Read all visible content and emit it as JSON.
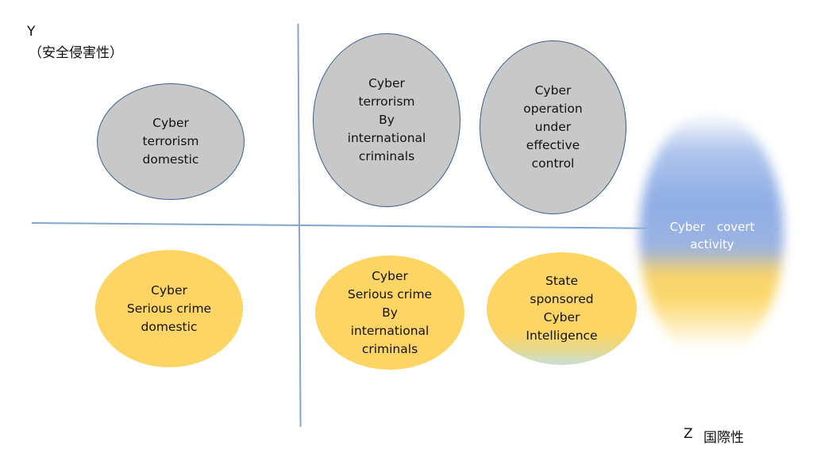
{
  "axes": {
    "y_label": "Y",
    "y_sublabel": "（安全侵害性）",
    "z_label": "Z",
    "z_sublabel": "国際性"
  },
  "nodes": {
    "cyber_terrorism_domestic": "Cyber\nterrorism\ndomestic",
    "cyber_terrorism_intl": "Cyber\nterrorism\nBy\ninternational\ncriminals",
    "cyber_operation": "Cyber\noperation\nunder\neffective\ncontrol",
    "serious_crime_domestic": "Cyber\nSerious crime\ndomestic",
    "serious_crime_intl": "Cyber\nSerious crime\nBy\ninternational\ncriminals",
    "state_sponsored": "State\nsponsored\nCyber\nIntelligence",
    "covert_activity": "Cyber　covert\nactivity"
  },
  "colors": {
    "axis_line": "#7fa7cf",
    "gray_fill": "#c8c8c8",
    "gray_border": "#3f5f8a",
    "yellow_fill": "#fdd565",
    "blue_fade": "#8faee6"
  }
}
